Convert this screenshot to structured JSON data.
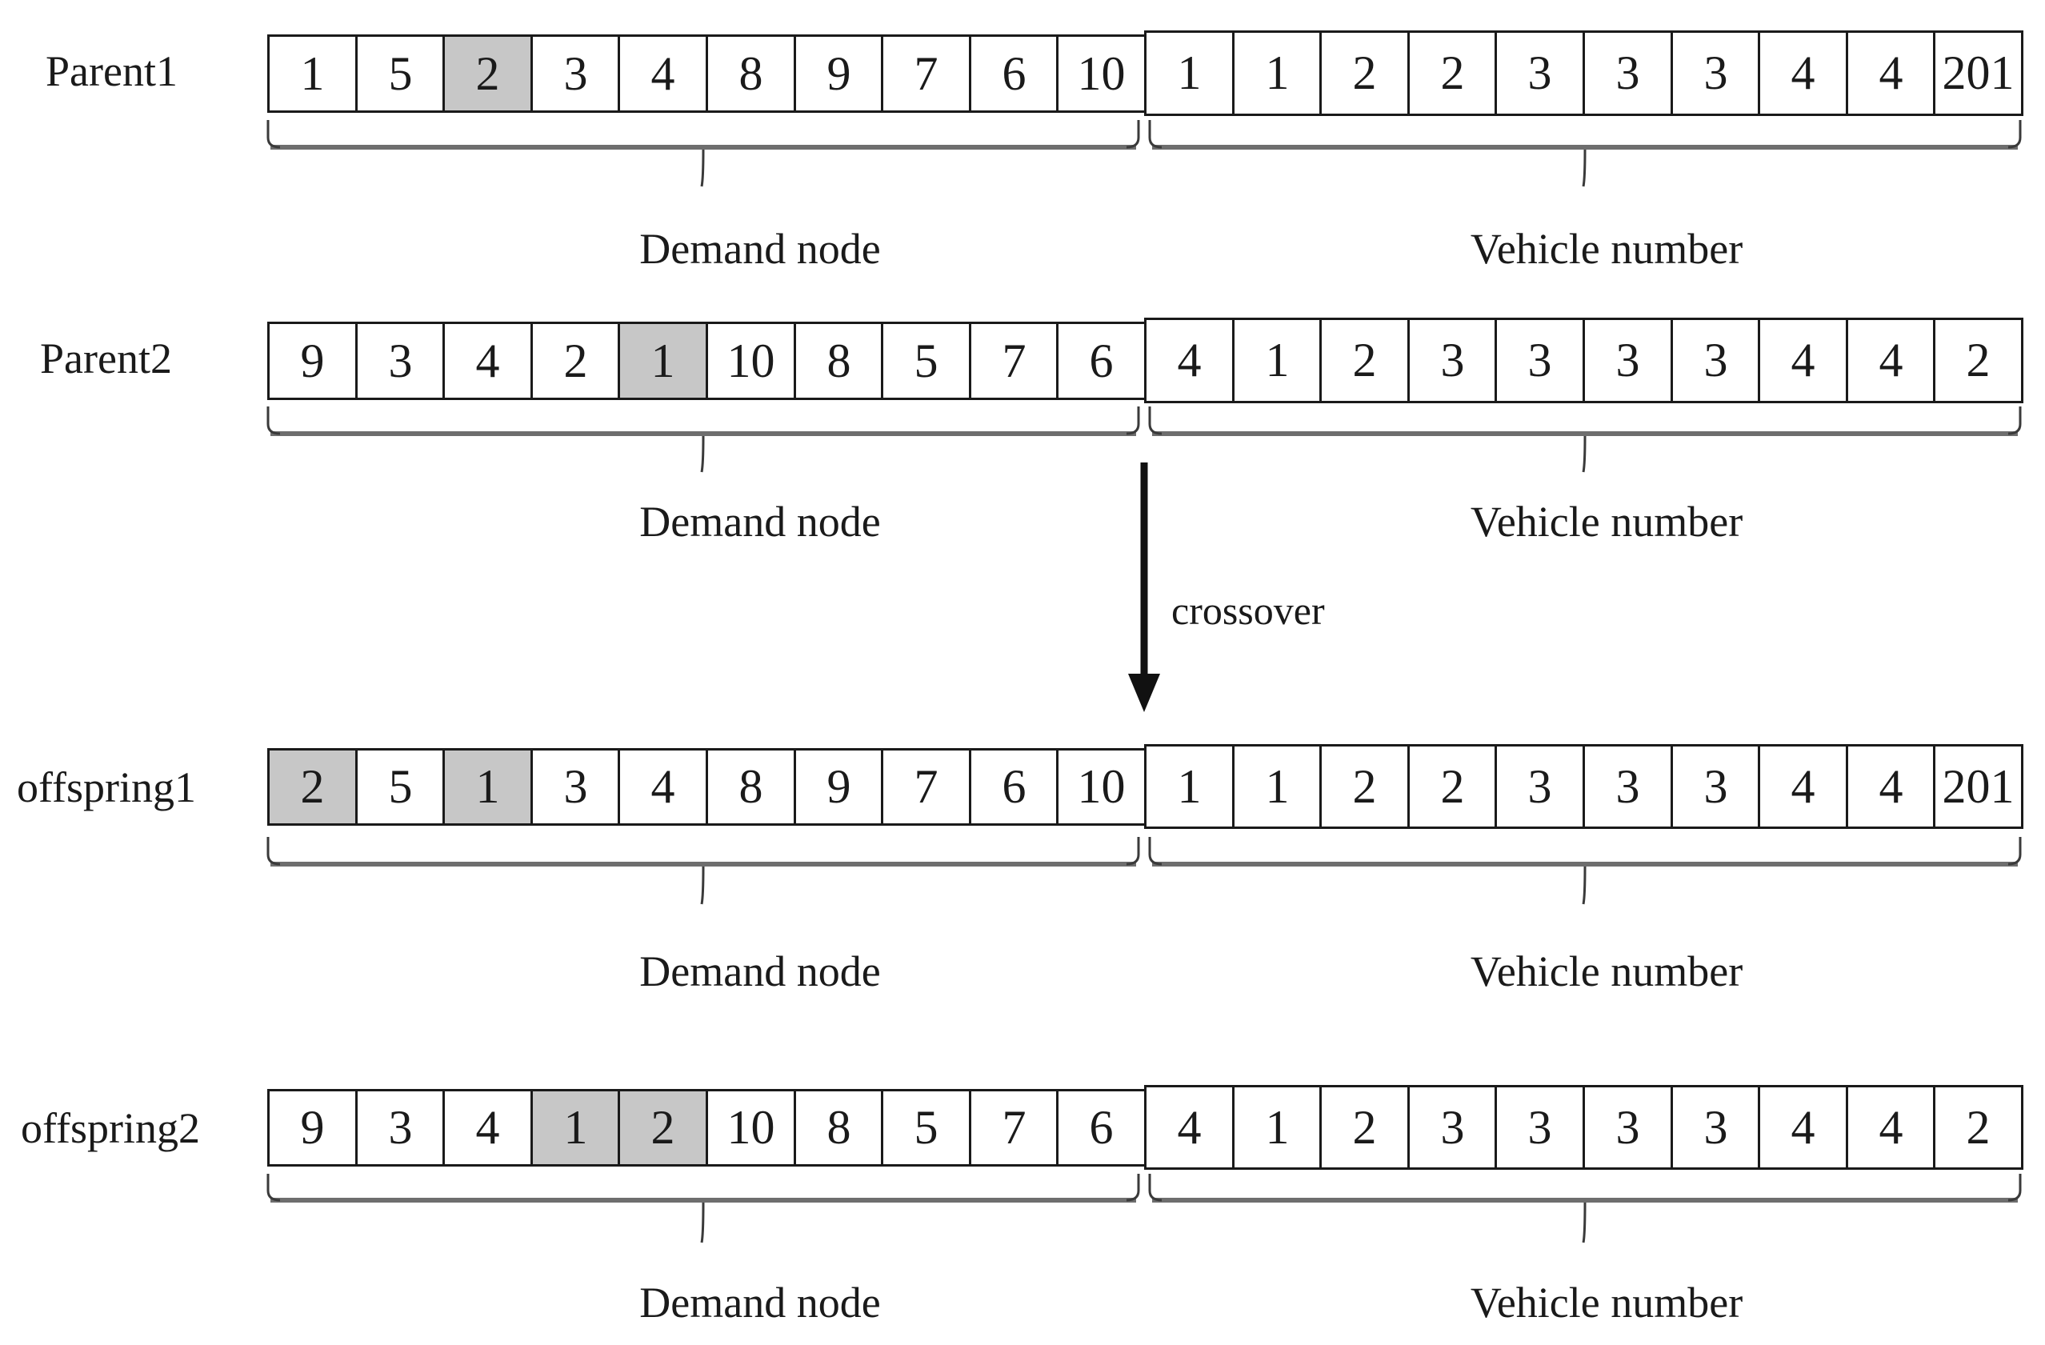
{
  "figure": {
    "crossover_label": "crossover",
    "section_labels": {
      "left": "Demand node",
      "right": "Vehicle number"
    },
    "colors": {
      "text": "#1a1a1a",
      "cell_border": "#1a1a1a",
      "shaded_cell": "#c7c7c7",
      "brace_bar": "#6e6e6e",
      "brace_line": "#3a3a3a",
      "arrow": "#111111"
    },
    "rows": [
      {
        "id": "parent1",
        "label": "Parent1",
        "split_index": 10,
        "cells": [
          {
            "v": "1"
          },
          {
            "v": "5"
          },
          {
            "v": "2",
            "shaded": true
          },
          {
            "v": "3"
          },
          {
            "v": "4"
          },
          {
            "v": "8"
          },
          {
            "v": "9"
          },
          {
            "v": "7"
          },
          {
            "v": "6"
          },
          {
            "v": "10"
          },
          {
            "v": "1"
          },
          {
            "v": "1"
          },
          {
            "v": "2"
          },
          {
            "v": "2"
          },
          {
            "v": "3"
          },
          {
            "v": "3"
          },
          {
            "v": "3"
          },
          {
            "v": "4"
          },
          {
            "v": "4"
          },
          {
            "v": "201"
          }
        ]
      },
      {
        "id": "parent2",
        "label": "Parent2",
        "split_index": 10,
        "cells": [
          {
            "v": "9"
          },
          {
            "v": "3"
          },
          {
            "v": "4"
          },
          {
            "v": "2"
          },
          {
            "v": "1",
            "shaded": true
          },
          {
            "v": "10"
          },
          {
            "v": "8"
          },
          {
            "v": "5"
          },
          {
            "v": "7"
          },
          {
            "v": "6"
          },
          {
            "v": "4"
          },
          {
            "v": "1"
          },
          {
            "v": "2"
          },
          {
            "v": "3"
          },
          {
            "v": "3"
          },
          {
            "v": "3"
          },
          {
            "v": "3"
          },
          {
            "v": "4"
          },
          {
            "v": "4"
          },
          {
            "v": "2"
          }
        ]
      },
      {
        "id": "offspring1",
        "label": "offspring1",
        "split_index": 10,
        "cells": [
          {
            "v": "2",
            "shaded": true
          },
          {
            "v": "5"
          },
          {
            "v": "1",
            "shaded": true
          },
          {
            "v": "3"
          },
          {
            "v": "4"
          },
          {
            "v": "8"
          },
          {
            "v": "9"
          },
          {
            "v": "7"
          },
          {
            "v": "6"
          },
          {
            "v": "10"
          },
          {
            "v": "1"
          },
          {
            "v": "1"
          },
          {
            "v": "2"
          },
          {
            "v": "2"
          },
          {
            "v": "3"
          },
          {
            "v": "3"
          },
          {
            "v": "3"
          },
          {
            "v": "4"
          },
          {
            "v": "4"
          },
          {
            "v": "201"
          }
        ]
      },
      {
        "id": "offspring2",
        "label": "offspring2",
        "split_index": 10,
        "cells": [
          {
            "v": "9"
          },
          {
            "v": "3"
          },
          {
            "v": "4"
          },
          {
            "v": "1",
            "shaded": true
          },
          {
            "v": "2",
            "shaded": true
          },
          {
            "v": "10"
          },
          {
            "v": "8"
          },
          {
            "v": "5"
          },
          {
            "v": "7"
          },
          {
            "v": "6"
          },
          {
            "v": "4"
          },
          {
            "v": "1"
          },
          {
            "v": "2"
          },
          {
            "v": "3"
          },
          {
            "v": "3"
          },
          {
            "v": "3"
          },
          {
            "v": "3"
          },
          {
            "v": "4"
          },
          {
            "v": "4"
          },
          {
            "v": "2"
          }
        ]
      }
    ]
  }
}
